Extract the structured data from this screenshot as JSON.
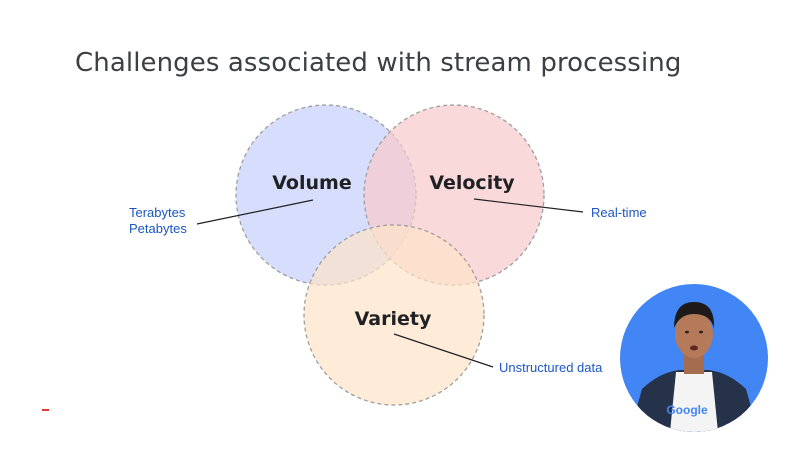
{
  "title": "Challenges associated with stream processing",
  "circles": {
    "volume": {
      "label": "Volume",
      "color": "#c9d2fb"
    },
    "velocity": {
      "label": "Velocity",
      "color": "#f8c9cc"
    },
    "variety": {
      "label": "Variety",
      "color": "#fde2c8"
    }
  },
  "callouts": {
    "volume_line1": "Terabytes",
    "volume_line2": "Petabytes",
    "velocity": "Real-time",
    "variety": "Unstructured data"
  },
  "presenter": {
    "shirt_logo_text": "Google",
    "background_color": "#4285f4"
  },
  "colors": {
    "title": "#3c4043",
    "callout_text": "#1a56c4",
    "circle_border": "#9e9e9e"
  }
}
